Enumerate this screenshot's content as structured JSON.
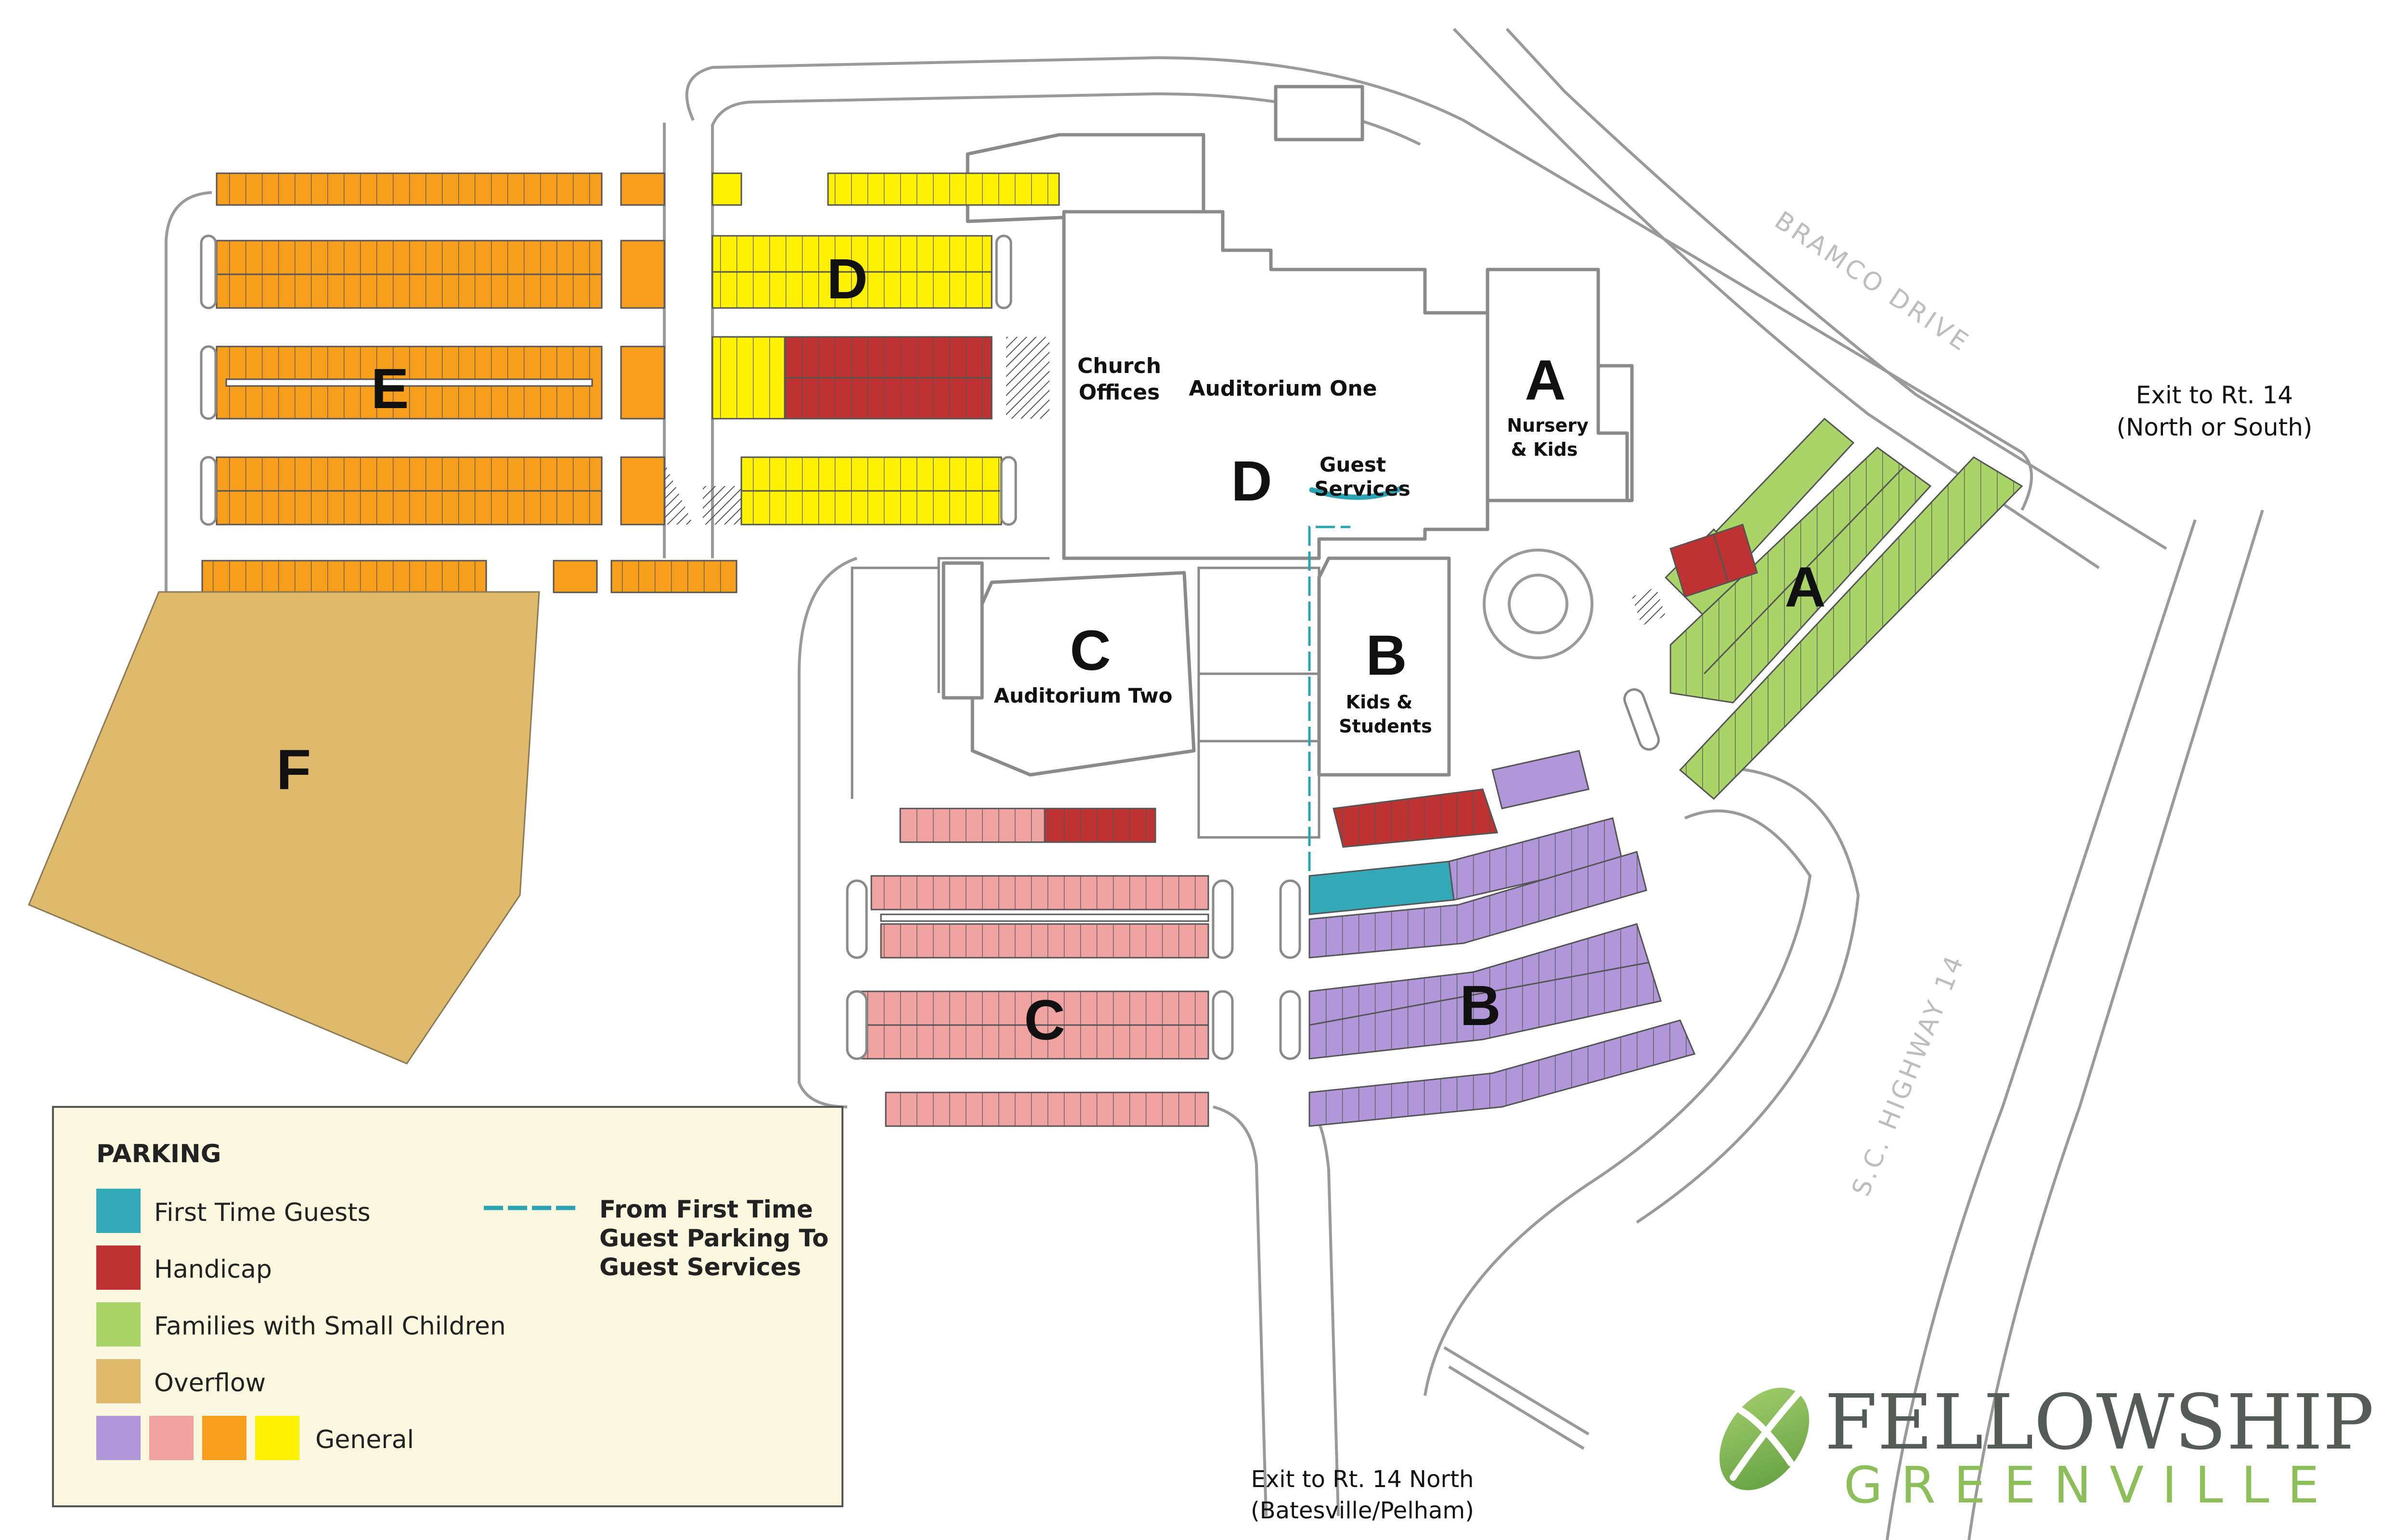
{
  "lots": {
    "A": "A",
    "B": "B",
    "C": "C",
    "D": "D",
    "E": "E",
    "F": "F"
  },
  "buildings": {
    "church_offices_1": "Church",
    "church_offices_2": "Offices",
    "auditorium_one": "Auditorium One",
    "building_d": "D",
    "building_a": "A",
    "nursery_1": "Nursery",
    "nursery_2": "& Kids",
    "building_c": "C",
    "auditorium_two": "Auditorium Two",
    "building_b": "B",
    "kids_1": "Kids &",
    "kids_2": "Students",
    "guest_services_1": "Guest",
    "guest_services_2": "Services"
  },
  "streets": {
    "bramco": "BRAMCO DRIVE",
    "highway": "S.C. HIGHWAY 14"
  },
  "exits": {
    "east_1": "Exit to Rt. 14",
    "east_2": "(North or South)",
    "south_1": "Exit to Rt. 14 North",
    "south_2": "(Batesville/Pelham)"
  },
  "legend": {
    "title": "PARKING",
    "first_time": "First Time Guests",
    "handicap": "Handicap",
    "families": "Families with Small Children",
    "overflow": "Overflow",
    "general": "General",
    "route_1": "From First Time",
    "route_2": "Guest Parking To",
    "route_3": "Guest Services"
  },
  "logo": {
    "line1": "FELLOWSHIP",
    "line2": "GREENVILLE"
  },
  "colors": {
    "first_time": "#33a9b8",
    "handicap": "#bf3232",
    "families": "#a9d468",
    "overflow": "#dfba6a",
    "general_purple": "#b296da",
    "general_pink": "#f0a2a0",
    "general_orange": "#f79e1c",
    "general_yellow": "#fff200",
    "route": "#2ba3b5",
    "legend_bg": "#fbf8df"
  }
}
